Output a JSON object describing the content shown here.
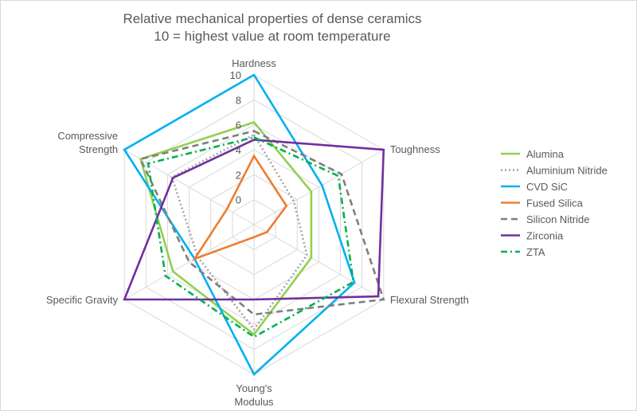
{
  "chart_data": {
    "type": "radar",
    "title_lines": [
      "Relative mechanical properties of dense ceramics",
      "10 = highest value at room temperature"
    ],
    "axes": [
      [
        "Hardness"
      ],
      [
        "Toughness"
      ],
      [
        "Flexural Strength"
      ],
      [
        "Young's",
        "Modulus"
      ],
      [
        "Specific Gravity"
      ],
      [
        "Compressive",
        "Strength"
      ]
    ],
    "ticks": [
      0,
      2,
      4,
      6,
      8,
      10
    ],
    "range": [
      -2,
      10
    ],
    "grid": true,
    "legend_position": "right",
    "series": [
      {
        "name": "Alumina",
        "values": [
          6.2,
          3.3,
          3.3,
          6.8,
          5.5,
          8.5
        ],
        "color": "#92d050",
        "dash": "solid"
      },
      {
        "name": "Aluminium Nitride",
        "values": [
          5.2,
          1.7,
          2.9,
          6.4,
          3.2,
          5.6
        ],
        "color": "#a6a6a6",
        "dash": "dot"
      },
      {
        "name": "CVD SiC",
        "values": [
          10.0,
          4.3,
          7.3,
          10.0,
          3.5,
          10.0
        ],
        "color": "#00b0f0",
        "dash": "solid"
      },
      {
        "name": "Fused Silica",
        "values": [
          3.5,
          1.0,
          -0.8,
          -1.0,
          3.5,
          0.5
        ],
        "color": "#ed7d31",
        "dash": "solid"
      },
      {
        "name": "Silicon Nitride",
        "values": [
          5.5,
          6.1,
          10.0,
          5.2,
          4.0,
          8.5
        ],
        "color": "#7f7f7f",
        "dash": "dash"
      },
      {
        "name": "Zirconia",
        "values": [
          4.8,
          10.0,
          9.5,
          4.0,
          10.0,
          5.5
        ],
        "color": "#7030a0",
        "dash": "solid"
      },
      {
        "name": "ZTA",
        "values": [
          5.0,
          5.8,
          7.2,
          7.0,
          6.2,
          7.8
        ],
        "color": "#00b050",
        "dash": "dashdot"
      }
    ]
  }
}
